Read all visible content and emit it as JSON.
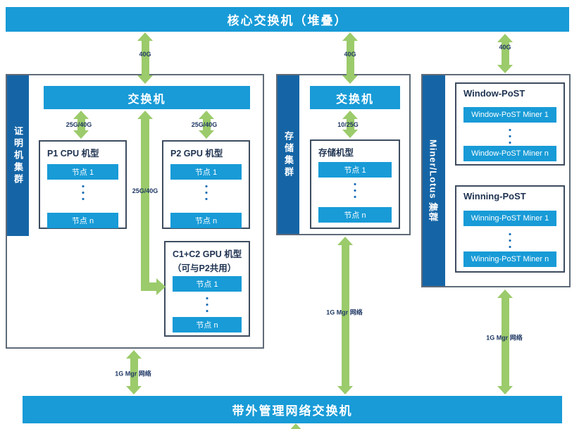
{
  "colors": {
    "bar_blue": "#189BD7",
    "strip_blue": "#1565A6",
    "arrow_green": "#9BCB6B",
    "label_navy": "#1F3864"
  },
  "core_switch": {
    "label": "核心交换机（堆叠）"
  },
  "oob_switch": {
    "label": "带外管理网络交换机"
  },
  "links": {
    "core_proof": "40G",
    "core_storage": "40G",
    "core_miner": "40G",
    "proof_p1": "25G/40G",
    "proof_p2": "25G/40G",
    "proof_c1c2": "25G/40G",
    "storage_nodes": "10/25G",
    "proof_mgmt": "1G Mgr 网络",
    "storage_mgmt": "1G Mgr 网络",
    "miner_mgmt": "1G Mgr 网络"
  },
  "proof_cluster": {
    "name": "证明机集群",
    "switch": "交换机",
    "p1": {
      "title": "P1 CPU 机型",
      "node_first": "节点 1",
      "node_last": "节点 n"
    },
    "p2": {
      "title": "P2 GPU 机型",
      "node_first": "节点 1",
      "node_last": "节点 n"
    },
    "c1c2": {
      "title": "C1+C2 GPU 机型",
      "subtitle": "（可与P2共用）",
      "node_first": "节点 1",
      "node_last": "节点 n"
    }
  },
  "storage_cluster": {
    "name": "存储集群",
    "switch": "交换机",
    "machine": {
      "title": "存储机型",
      "node_first": "节点 1",
      "node_last": "节点 n"
    }
  },
  "miner_cluster": {
    "name": "Miner/Lotus 集群",
    "window": {
      "title": "Window-PoST",
      "node_first": "Window-PoST Miner 1",
      "node_last": "Window-PoST Miner n"
    },
    "winning": {
      "title": "Winning-PoST",
      "node_first": "Winning-PoST Miner 1",
      "node_last": "Winning-PoST Miner n"
    }
  }
}
